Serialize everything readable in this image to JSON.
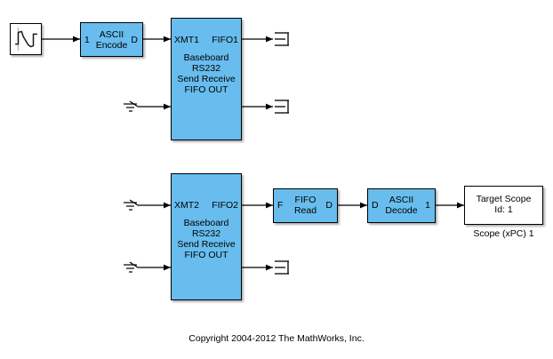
{
  "diagram": {
    "background_color": "#ffffff",
    "block_fill_color": "#68bdee",
    "block_border_color": "#000000",
    "line_color": "#000000",
    "copyright": "Copyright 2004-2012 The MathWorks, Inc."
  },
  "blocks": {
    "signal_generator": {
      "icon": "signal-generator-waveform-icon"
    },
    "ascii_encode": {
      "title": "ASCII\nEncode",
      "in_port": "1",
      "out_port": "D"
    },
    "rs232_top": {
      "in_port": "XMT1",
      "out_port": "FIFO1",
      "center_text": "Baseboard\nRS232\nSend Receive\nFIFO OUT"
    },
    "rs232_bottom": {
      "in_port": "XMT2",
      "out_port": "FIFO2",
      "center_text": "Baseboard\nRS232\nSend Receive\nFIFO OUT"
    },
    "fifo_read": {
      "title": "FIFO\nRead",
      "in_port": "F",
      "out_port": "D"
    },
    "ascii_decode": {
      "title": "ASCII\nDecode",
      "in_port": "D",
      "out_port": "1"
    },
    "target_scope": {
      "title": "Target Scope\nId: 1",
      "caption": "Scope (xPC) 1"
    }
  },
  "annotations": {
    "ground_1": "ground-icon",
    "ground_2": "ground-icon",
    "ground_3": "ground-icon",
    "terminator_1": "terminator-icon",
    "terminator_2": "terminator-icon",
    "terminator_3": "terminator-icon"
  }
}
